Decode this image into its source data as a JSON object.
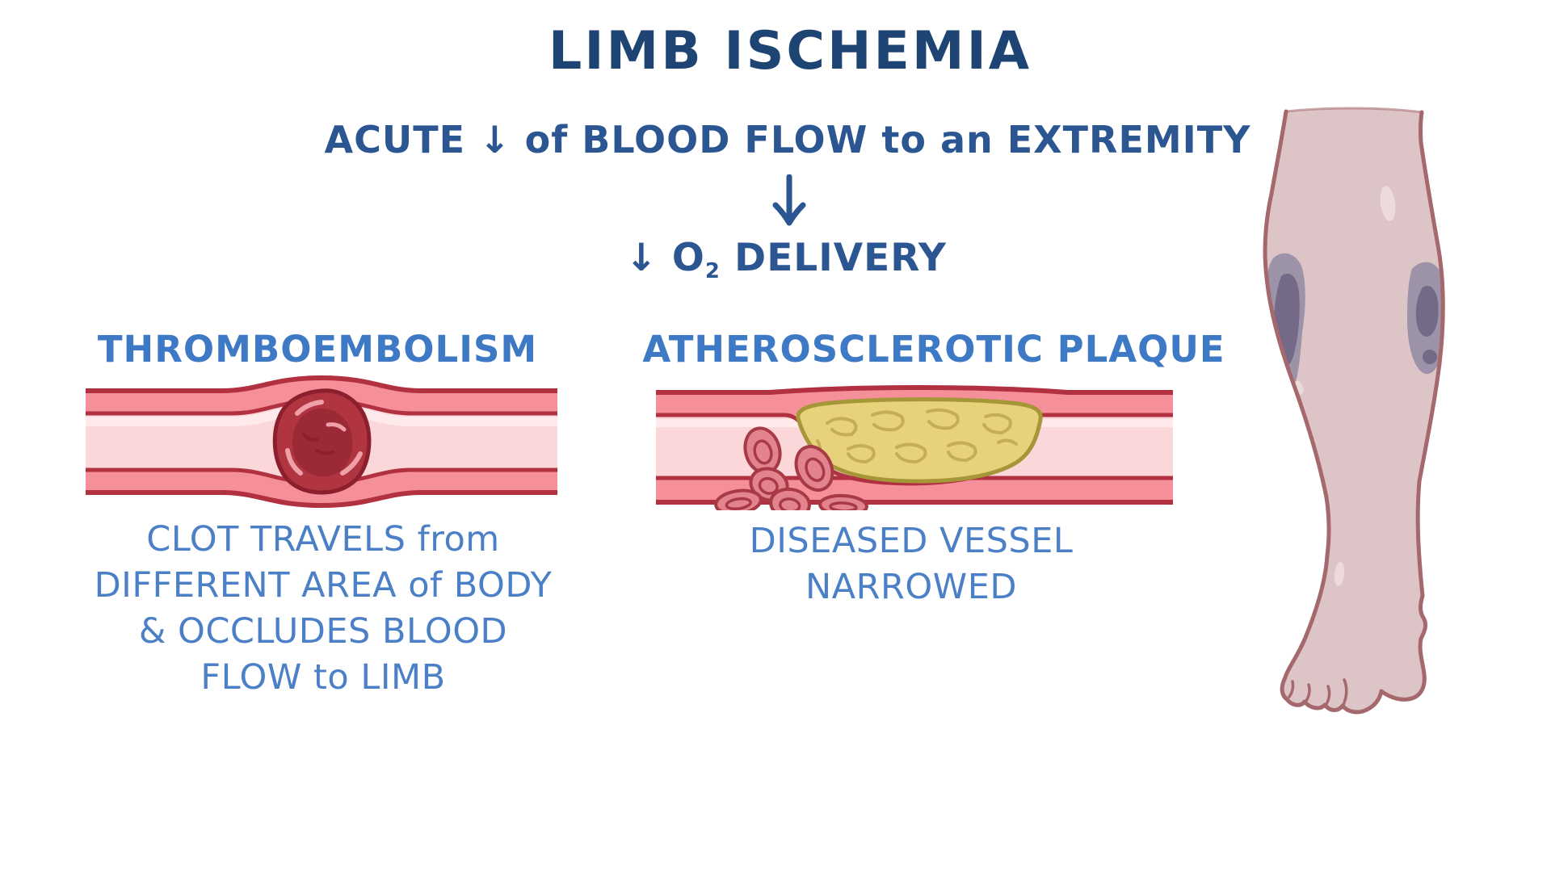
{
  "header": {
    "title": "LIMB ISCHEMIA",
    "subtitle": "ACUTE ↓ of BLOOD FLOW to an EXTREMITY",
    "o2_line": {
      "prefix": "↓ O",
      "sub": "2",
      "suffix": " DELIVERY"
    }
  },
  "sections": {
    "thromboembolism": {
      "heading": "THROMBOEMBOLISM",
      "caption_lines": [
        "CLOT TRAVELS from",
        "DIFFERENT AREA of BODY",
        "& OCCLUDES BLOOD",
        "FLOW to LIMB"
      ]
    },
    "atherosclerosis": {
      "heading": "ATHEROSCLEROTIC PLAQUE",
      "caption_lines": [
        "DISEASED VESSEL",
        "NARROWED"
      ]
    }
  },
  "illustrations": {
    "thromboembolism_vessel": "blood-vessel-with-occluding-clot",
    "atherosclerosis_vessel": "blood-vessel-narrowed-by-plaque-with-red-blood-cells",
    "leg": "lower-leg-with-mottled-ischemic-patches"
  },
  "colors": {
    "background": "#ffffff",
    "title-ink": "#1d4473",
    "subtitle-ink": "#2b5691",
    "heading-ink": "#3d79c4",
    "caption-ink": "#4b80c7",
    "vessel-wall": "#f5909b",
    "vessel-outline": "#b23140",
    "vessel-lumen": "#fcd7da",
    "lumen-highlight": "#fee9eb",
    "clot": "#b13441",
    "clot-dark": "#9c2936",
    "clot-outline": "#8c1f2e",
    "clot-highlight": "#ef9fa8",
    "plaque": "#e8d17b",
    "plaque-outline": "#a59737",
    "plaque-detail": "#c4ae55",
    "rbc": "#e2838d",
    "rbc-outline": "#a83a47",
    "skin": "#ddc5c7",
    "skin-outline": "#a4686d",
    "skin-highlight": "#ecdadd",
    "patch": "#9d93a9",
    "patch-dark": "#746a87"
  }
}
